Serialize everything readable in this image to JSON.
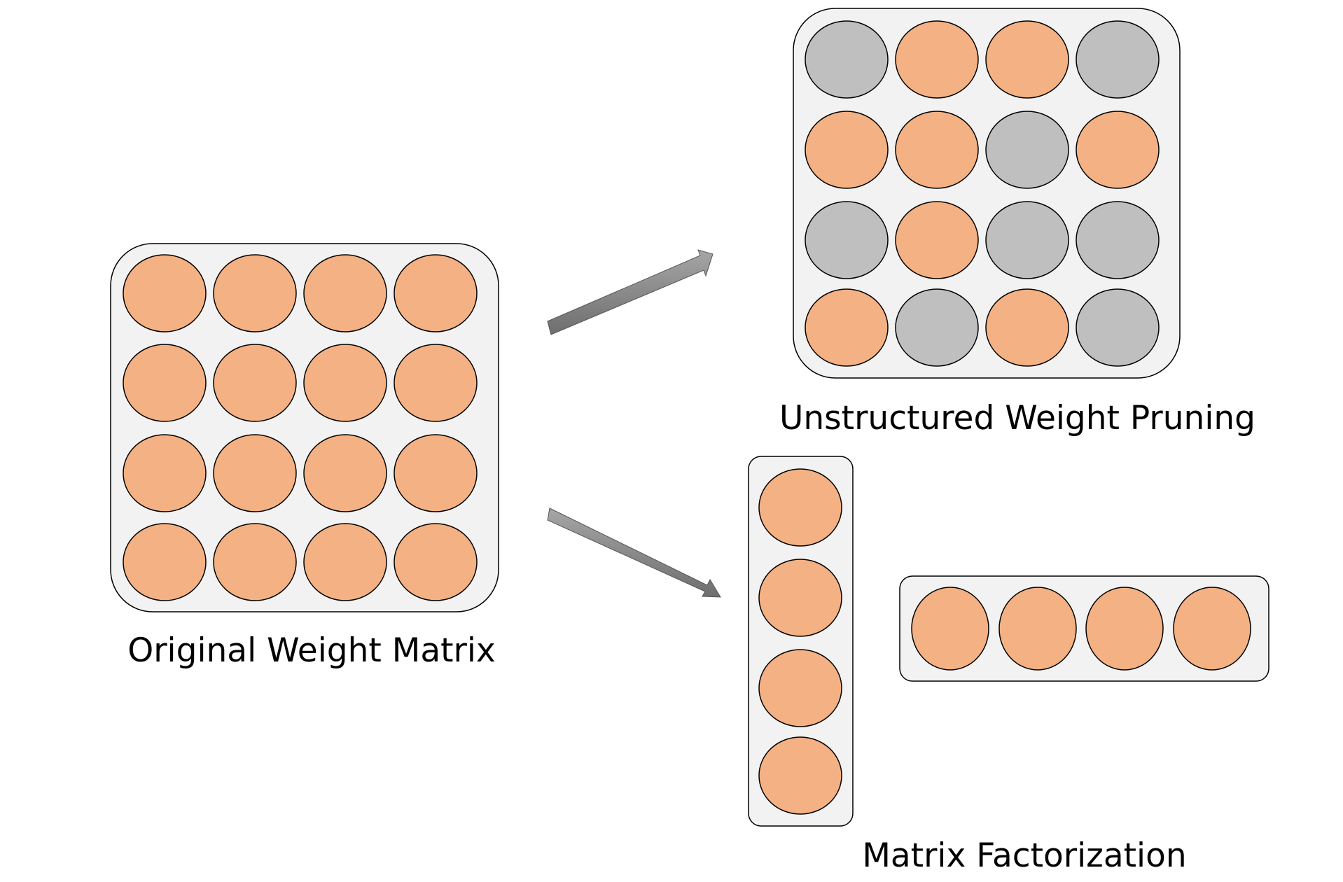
{
  "labels": {
    "original": "Original Weight Matrix",
    "pruning": "Unstructured Weight Pruning",
    "factorization": "Matrix Factorization"
  },
  "colors": {
    "active": "#F4B183",
    "pruned": "#BFBFBF",
    "panel": "#F2F2F2",
    "stroke": "#000000",
    "arrow": "#808080"
  },
  "matrices": {
    "original": [
      [
        "active",
        "active",
        "active",
        "active"
      ],
      [
        "active",
        "active",
        "active",
        "active"
      ],
      [
        "active",
        "active",
        "active",
        "active"
      ],
      [
        "active",
        "active",
        "active",
        "active"
      ]
    ],
    "pruned": [
      [
        "pruned",
        "active",
        "active",
        "pruned"
      ],
      [
        "active",
        "active",
        "pruned",
        "active"
      ],
      [
        "pruned",
        "active",
        "pruned",
        "pruned"
      ],
      [
        "active",
        "pruned",
        "active",
        "pruned"
      ]
    ],
    "column_factor": [
      "active",
      "active",
      "active",
      "active"
    ],
    "row_factor": [
      "active",
      "active",
      "active",
      "active"
    ]
  }
}
